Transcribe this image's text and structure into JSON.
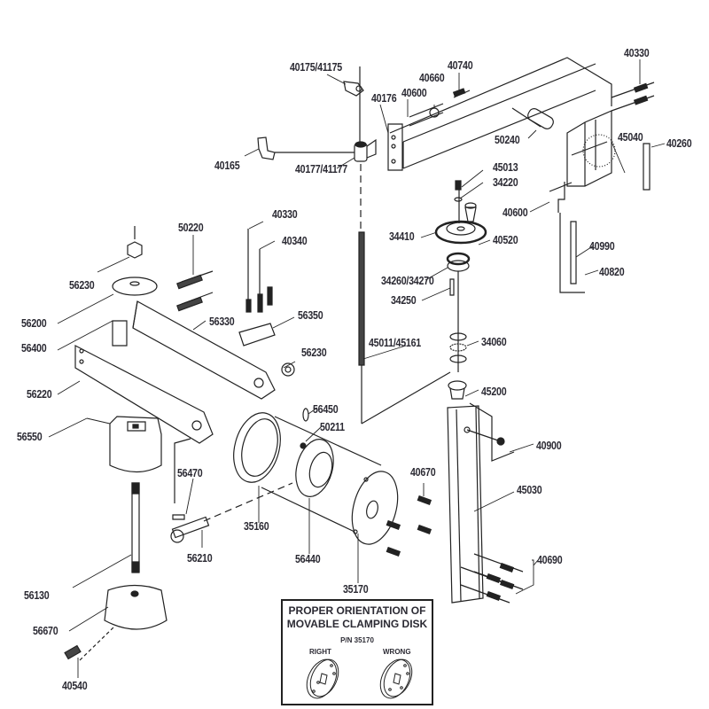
{
  "diagram": {
    "type": "exploded parts diagram",
    "part_labels": [
      {
        "id": "p1",
        "text": "40175/41175"
      },
      {
        "id": "p2",
        "text": "40740"
      },
      {
        "id": "p3",
        "text": "40660"
      },
      {
        "id": "p4",
        "text": "40600"
      },
      {
        "id": "p5",
        "text": "40176"
      },
      {
        "id": "p6",
        "text": "40330"
      },
      {
        "id": "p7",
        "text": "50240"
      },
      {
        "id": "p8",
        "text": "45040"
      },
      {
        "id": "p9",
        "text": "40260"
      },
      {
        "id": "p10",
        "text": "40165"
      },
      {
        "id": "p11",
        "text": "40177/41177"
      },
      {
        "id": "p12",
        "text": "45013"
      },
      {
        "id": "p13",
        "text": "34220"
      },
      {
        "id": "p14",
        "text": "40600"
      },
      {
        "id": "p15",
        "text": "34410"
      },
      {
        "id": "p16",
        "text": "40520"
      },
      {
        "id": "p17",
        "text": "40990"
      },
      {
        "id": "p18",
        "text": "40820"
      },
      {
        "id": "p19",
        "text": "34260/34270"
      },
      {
        "id": "p20",
        "text": "34250"
      },
      {
        "id": "p21",
        "text": "40330"
      },
      {
        "id": "p22",
        "text": "40340"
      },
      {
        "id": "p23",
        "text": "50220"
      },
      {
        "id": "p24",
        "text": "56230"
      },
      {
        "id": "p25",
        "text": "56200"
      },
      {
        "id": "p26",
        "text": "56330"
      },
      {
        "id": "p27",
        "text": "56350"
      },
      {
        "id": "p28",
        "text": "56400"
      },
      {
        "id": "p29",
        "text": "56230"
      },
      {
        "id": "p30",
        "text": "56220"
      },
      {
        "id": "p31",
        "text": "45011/45161"
      },
      {
        "id": "p32",
        "text": "34060"
      },
      {
        "id": "p33",
        "text": "45200"
      },
      {
        "id": "p34",
        "text": "56450"
      },
      {
        "id": "p35",
        "text": "50211"
      },
      {
        "id": "p36",
        "text": "40900"
      },
      {
        "id": "p37",
        "text": "56550"
      },
      {
        "id": "p38",
        "text": "56470"
      },
      {
        "id": "p39",
        "text": "40670"
      },
      {
        "id": "p40",
        "text": "45030"
      },
      {
        "id": "p41",
        "text": "35160"
      },
      {
        "id": "p42",
        "text": "56210"
      },
      {
        "id": "p43",
        "text": "56440"
      },
      {
        "id": "p44",
        "text": "40690"
      },
      {
        "id": "p45",
        "text": "56130"
      },
      {
        "id": "p46",
        "text": "35170"
      },
      {
        "id": "p47",
        "text": "56670"
      },
      {
        "id": "p48",
        "text": "40540"
      }
    ],
    "note_box": {
      "title_line1": "PROPER ORIENTATION OF",
      "title_line2": "MOVABLE CLAMPING DISK",
      "part_number": "P/N 35170",
      "right_label": "RIGHT",
      "wrong_label": "WRONG"
    }
  }
}
